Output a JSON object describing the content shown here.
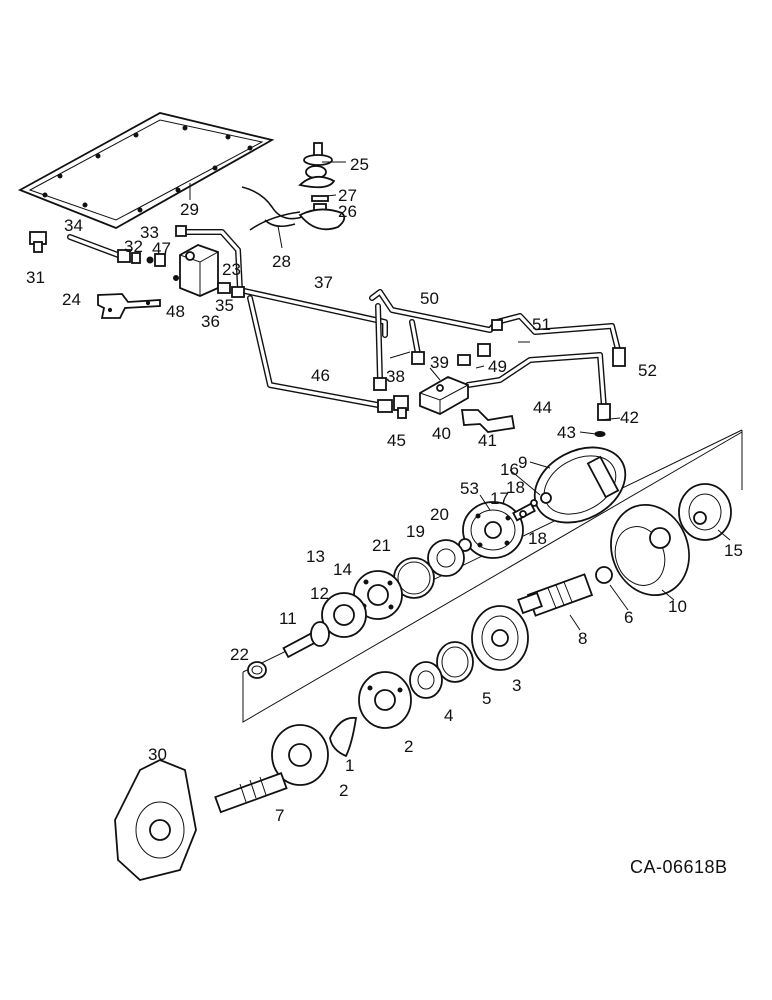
{
  "diagram": {
    "drawing_code": "CA-06618B",
    "part_labels": {
      "p1": "1",
      "p2a": "2",
      "p2b": "2",
      "p3": "3",
      "p4": "4",
      "p5": "5",
      "p6": "6",
      "p7": "7",
      "p8": "8",
      "p9": "9",
      "p10": "10",
      "p11": "11",
      "p12": "12",
      "p13": "13",
      "p14": "14",
      "p15": "15",
      "p16": "16",
      "p17": "17",
      "p18a": "18",
      "p18b": "18",
      "p19": "19",
      "p20": "20",
      "p21": "21",
      "p22": "22",
      "p23": "23",
      "p24": "24",
      "p25": "25",
      "p26": "26",
      "p27": "27",
      "p28": "28",
      "p29": "29",
      "p30": "30",
      "p31": "31",
      "p32": "32",
      "p33": "33",
      "p34": "34",
      "p35": "35",
      "p36": "36",
      "p37": "37",
      "p38": "38",
      "p39": "39",
      "p40": "40",
      "p41": "41",
      "p42": "42",
      "p43": "43",
      "p44": "44",
      "p45": "45",
      "p46": "46",
      "p47": "47",
      "p48": "48",
      "p49": "49",
      "p50": "50",
      "p51": "51",
      "p52": "52",
      "p53": "53"
    }
  }
}
